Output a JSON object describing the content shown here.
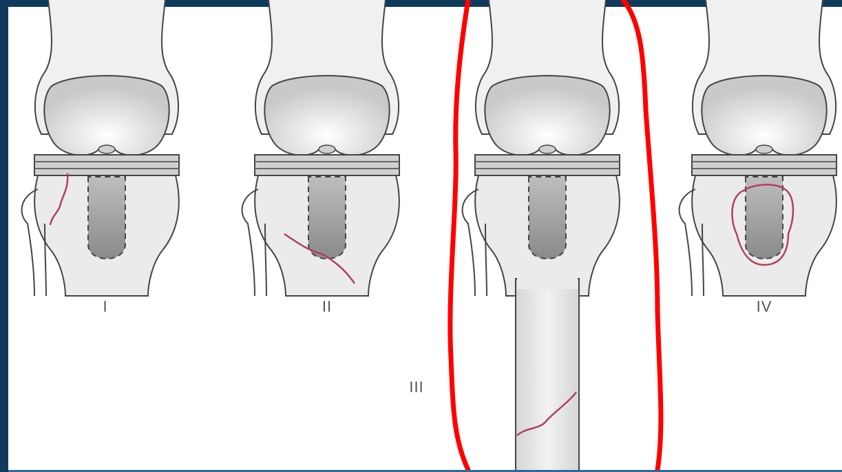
{
  "labels": {
    "type1": "I",
    "type2": "II",
    "type3": "III",
    "type4": "IV"
  },
  "colors": {
    "fracture": "#b0405a",
    "highlight": "#ff0000",
    "outline": "#444444",
    "bone": "#ebebeb",
    "implant": "#d8d8d8",
    "stem": "#9c9c9c"
  },
  "highlighted_panel": "type3"
}
